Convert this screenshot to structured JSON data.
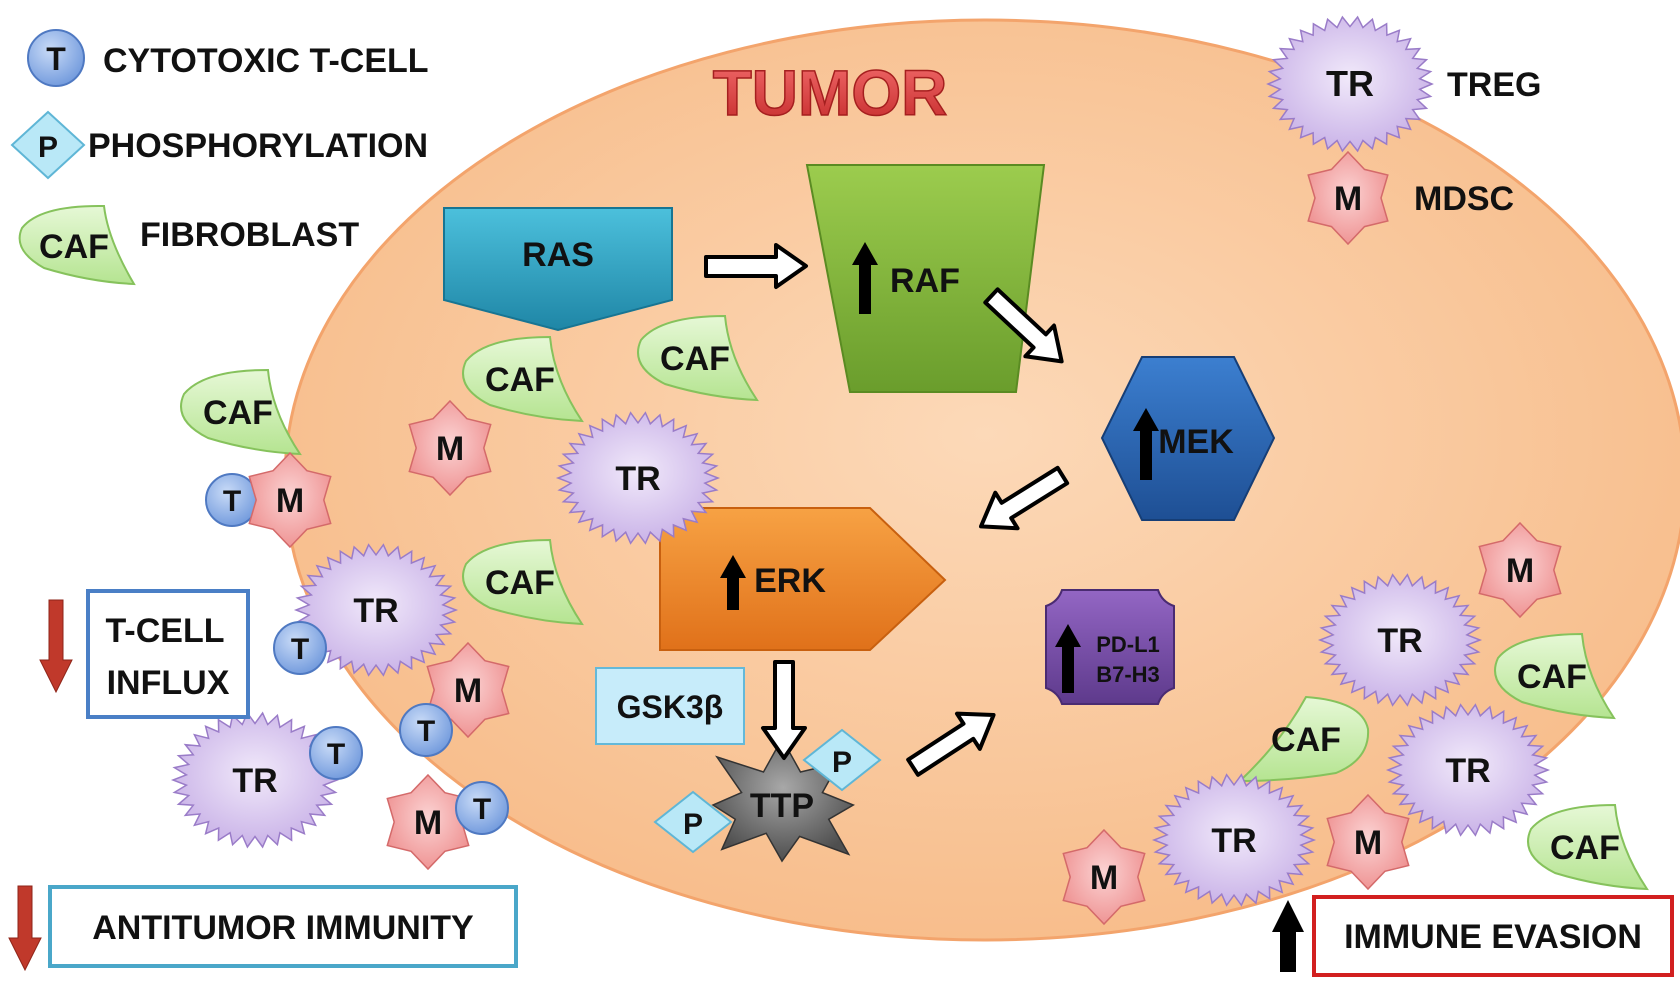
{
  "colors": {
    "tumor_fill": "#f9c49a",
    "tumor_stroke": "#f3a46c",
    "ras": "#2fa3c2",
    "raf": "#7fb43a",
    "mek": "#2a66b3",
    "erk": "#ef8a22",
    "pdl1": "#7c4ea8",
    "gsk": "#c7ecfa",
    "tcell": "#8fb4ea",
    "treg": "#d9c7ef",
    "mdsc": "#f2a3a3",
    "caf": "#ccefb0",
    "phospho": "#b9e8f7",
    "ttp": "#6f6f6f",
    "title": "#d43a3a",
    "down_arrow": "#c0392b",
    "box_blue": "#4a7fc6",
    "box_teal": "#4aa7c9",
    "box_red": "#d21f1f"
  },
  "title": "TUMOR",
  "legend": {
    "tcell": {
      "symbol": "T",
      "label": "CYTOTOXIC T-CELL"
    },
    "phospho": {
      "symbol": "P",
      "label": "PHOSPHORYLATION"
    },
    "caf": {
      "symbol": "CAF",
      "label": "FIBROBLAST"
    },
    "treg": {
      "symbol": "TR",
      "label": "TREG"
    },
    "mdsc": {
      "symbol": "M",
      "label": "MDSC"
    }
  },
  "pathway": {
    "ras": "RAS",
    "raf": "RAF",
    "mek": "MEK",
    "erk": "ERK",
    "pdl1_line1": "PD-L1",
    "pdl1_line2": "B7-H3",
    "gsk": "GSK3β",
    "ttp": "TTP",
    "phospho": "P"
  },
  "cells": {
    "tcell": "T",
    "treg": "TR",
    "mdsc": "M",
    "caf": "CAF"
  },
  "boxes": {
    "tcell_line1": "T-CELL",
    "tcell_line2": "INFLUX",
    "antitumor": "ANTITUMOR IMMUNITY",
    "evasion": "IMMUNE EVASION"
  }
}
